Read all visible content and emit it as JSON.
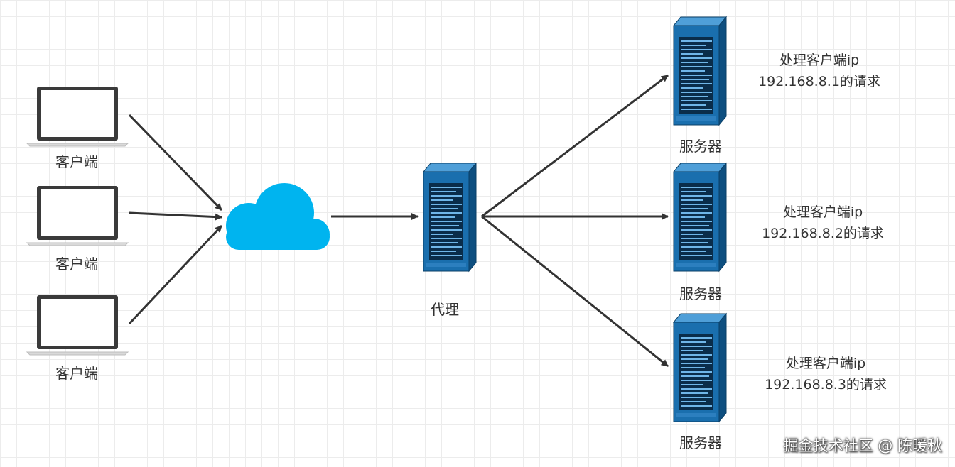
{
  "diagram": {
    "clients": [
      {
        "label": "客户端"
      },
      {
        "label": "客户端"
      },
      {
        "label": "客户端"
      }
    ],
    "proxy": {
      "label": "代理"
    },
    "servers": [
      {
        "label": "服务器",
        "note_line1": "处理客户端ip",
        "note_line2": "192.168.8.1的请求"
      },
      {
        "label": "服务器",
        "note_line1": "处理客户端ip",
        "note_line2": "192.168.8.2的请求"
      },
      {
        "label": "服务器",
        "note_line1": "处理客户端ip",
        "note_line2": "192.168.8.3的请求"
      }
    ],
    "watermark": "掘金技术社区 @ 陈暖秋",
    "colors": {
      "cloud": "#00b4ef",
      "server_body": "#1a6fae",
      "server_side": "#0e4f80",
      "server_top": "#4f9fd8",
      "arrow": "#333333",
      "laptop_frame": "#3a3a3a"
    },
    "icons": {
      "client": "laptop-icon",
      "network": "cloud-icon",
      "proxy": "server-rack-icon",
      "server": "server-rack-icon"
    }
  }
}
